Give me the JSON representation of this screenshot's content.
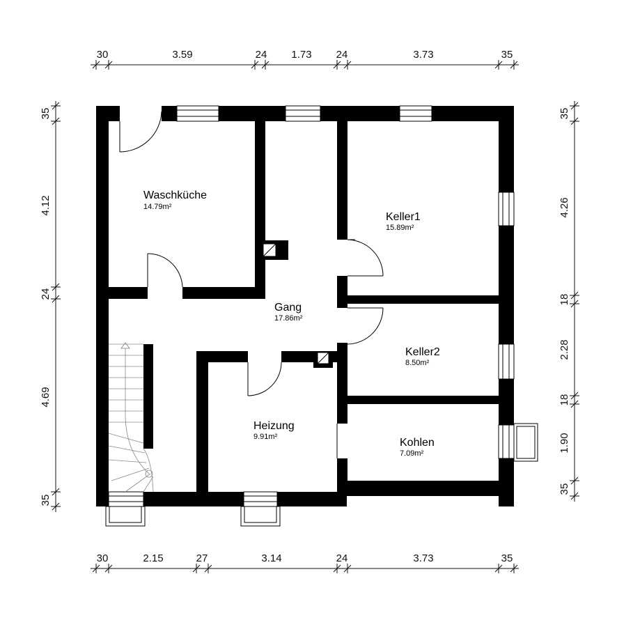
{
  "dimensions": {
    "top": [
      "30",
      "3.59",
      "24",
      "1.73",
      "24",
      "3.73",
      "35"
    ],
    "bottom": [
      "30",
      "2.15",
      "27",
      "3.14",
      "24",
      "3.73",
      "35"
    ],
    "left": [
      "35",
      "4.12",
      "24",
      "4.69",
      "35"
    ],
    "right": [
      "35",
      "4.26",
      "18",
      "2.28",
      "18",
      "1.90",
      "35"
    ]
  },
  "rooms": [
    {
      "name": "Waschküche",
      "area": "14.79m²"
    },
    {
      "name": "Gang",
      "area": "17.86m²"
    },
    {
      "name": "Keller1",
      "area": "15.89m²"
    },
    {
      "name": "Keller2",
      "area": "8.50m²"
    },
    {
      "name": "Heizung",
      "area": "9.91m²"
    },
    {
      "name": "Kohlen",
      "area": "7.09m²"
    }
  ]
}
